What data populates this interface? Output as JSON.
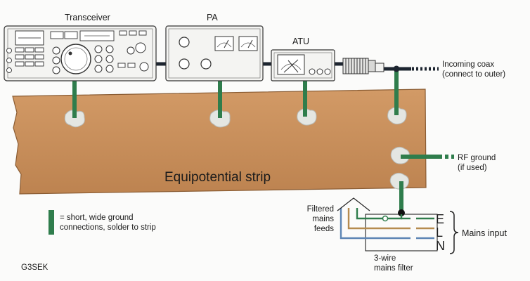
{
  "labels": {
    "transceiver": "Transceiver",
    "pa": "PA",
    "atu": "ATU",
    "incoming_coax_line1": "Incoming coax",
    "incoming_coax_line2": "(connect to outer)",
    "strip": "Equipotential strip",
    "rf_ground_line1": "RF ground",
    "rf_ground_line2": "(if used)",
    "filtered_line1": "Filtered",
    "filtered_line2": "mains",
    "filtered_line3": "feeds",
    "terminal_e": "E",
    "terminal_l": "L",
    "terminal_n": "N",
    "mains_input": "Mains input",
    "filter_line1": "3-wire",
    "filter_line2": "mains filter",
    "legend_line1": "= short, wide ground",
    "legend_line2": "connections, solder to strip",
    "credit": "G3SEK"
  },
  "colors": {
    "strip": "#c98d58",
    "strip_edge": "#8a5c33",
    "ground_wire": "#2f7d4c",
    "coax": "#1d2530",
    "equipment": "#f4f4f2",
    "earth_wire": "#2f7d4c",
    "live_wire": "#b58b4e",
    "neutral_wire": "#5e86b5"
  }
}
